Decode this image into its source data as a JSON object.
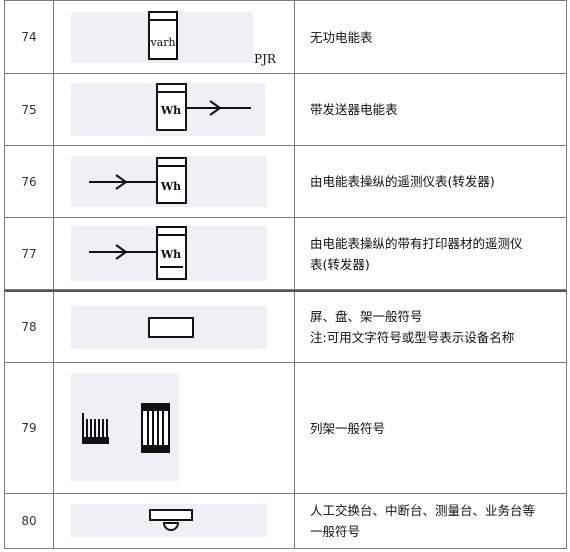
{
  "rows": [
    {
      "number": "74",
      "symbol_text": "varh",
      "symbol_caption": "PJR",
      "description": [
        "无功电能表"
      ],
      "icon": "varh-meter-icon"
    },
    {
      "number": "75",
      "symbol_text": "Wh",
      "description": [
        "带发送器电能表"
      ],
      "icon": "wh-meter-with-transmitter-icon"
    },
    {
      "number": "76",
      "symbol_text": "Wh",
      "description": [
        "由电能表操纵的遥测仪表(转发器)"
      ],
      "icon": "telemeter-repeater-icon"
    },
    {
      "number": "77",
      "symbol_text": "Wh",
      "description": [
        "由电能表操纵的带有打印器材的遥测仪",
        "表(转发器)"
      ],
      "icon": "printing-telemeter-icon"
    },
    {
      "number": "78",
      "description": [
        "屏、盘、架一般符号",
        "注:可用文字符号或型号表示设备名称"
      ],
      "icon": "panel-rack-icon"
    },
    {
      "number": "79",
      "description": [
        "列架一般符号"
      ],
      "icon": "row-rack-icon"
    },
    {
      "number": "80",
      "description": [
        "人工交换台、中断台、测量台、业务台等",
        "一般符号"
      ],
      "icon": "switchboard-desk-icon"
    }
  ]
}
